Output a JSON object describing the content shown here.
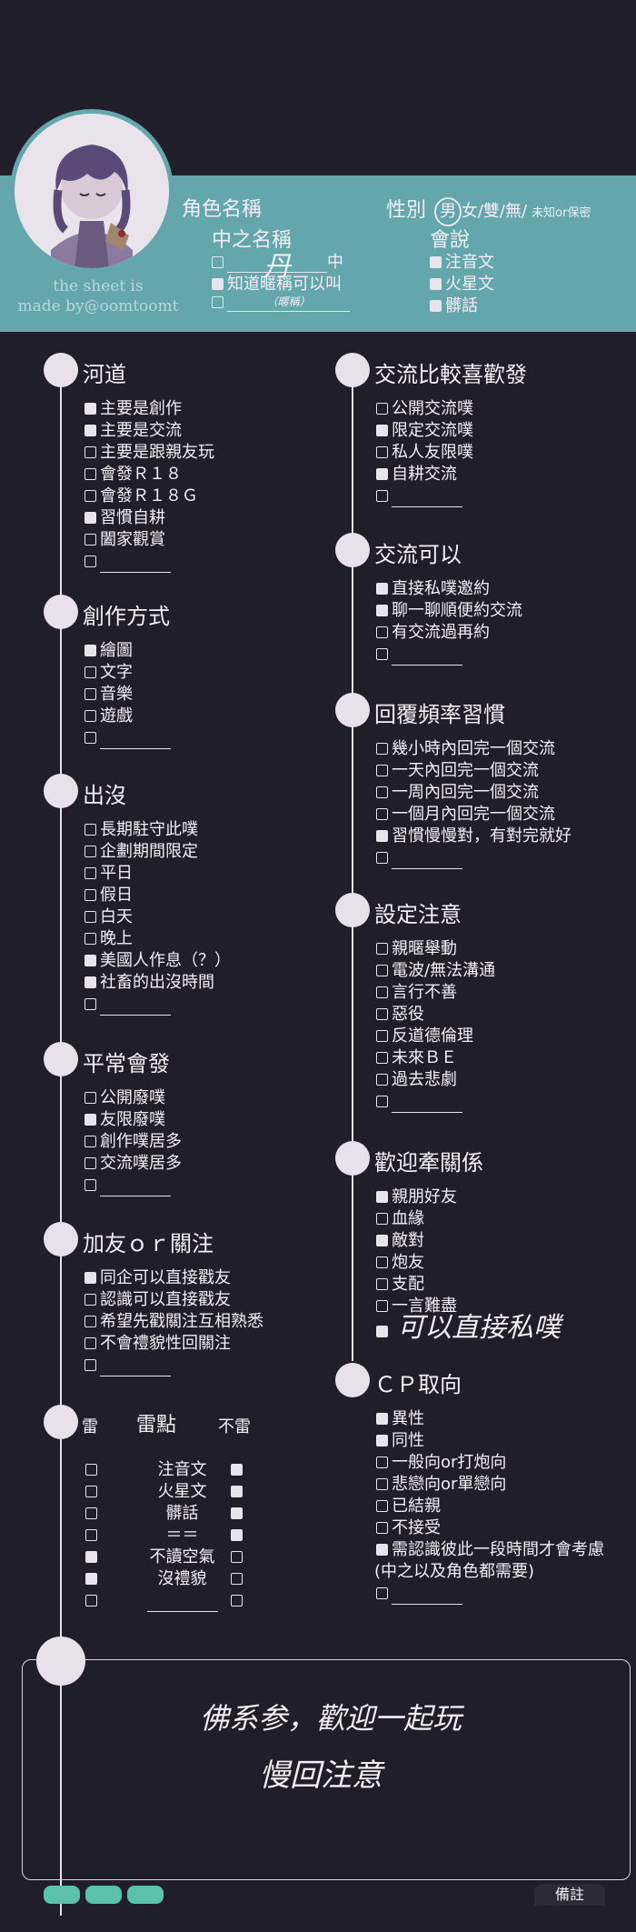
{
  "header": {
    "credit_line1": "the sheet is",
    "credit_line2": "made by@oomtoomt",
    "role_name_label": "角色名稱",
    "gender_label": "性別",
    "gender_options": [
      "男",
      "女/雙/無/",
      "未知or保密"
    ],
    "middle_name_label": "中之名稱",
    "middle_name_rows": [
      {
        "checked": false,
        "handwritten": "丹",
        "suffix": "中"
      },
      {
        "checked": true,
        "text": "知道暱稱可以叫"
      },
      {
        "checked": false,
        "hint": "（暱稱）"
      }
    ],
    "can_speak_label": "會說",
    "can_speak_items": [
      {
        "checked": true,
        "text": "注音文"
      },
      {
        "checked": true,
        "text": "火星文"
      },
      {
        "checked": true,
        "text": "髒話"
      }
    ]
  },
  "left_sections": [
    {
      "title": "河道",
      "items": [
        {
          "checked": true,
          "text": "主要是創作"
        },
        {
          "checked": true,
          "text": "主要是交流"
        },
        {
          "checked": false,
          "text": "主要是跟親友玩"
        },
        {
          "checked": false,
          "text": "會發Ｒ１８"
        },
        {
          "checked": false,
          "text": "會發Ｒ１８Ｇ"
        },
        {
          "checked": true,
          "text": "習慣自耕"
        },
        {
          "checked": false,
          "text": "闔家觀賞"
        },
        {
          "checked": false,
          "text": ""
        }
      ]
    },
    {
      "title": "創作方式",
      "items": [
        {
          "checked": true,
          "text": "繪圖"
        },
        {
          "checked": false,
          "text": "文字"
        },
        {
          "checked": false,
          "text": "音樂"
        },
        {
          "checked": false,
          "text": "遊戲"
        },
        {
          "checked": false,
          "text": ""
        }
      ]
    },
    {
      "title": "出沒",
      "items": [
        {
          "checked": false,
          "text": "長期駐守此噗"
        },
        {
          "checked": false,
          "text": "企劃期間限定"
        },
        {
          "checked": false,
          "text": "平日"
        },
        {
          "checked": false,
          "text": "假日"
        },
        {
          "checked": false,
          "text": "白天"
        },
        {
          "checked": false,
          "text": "晚上"
        },
        {
          "checked": true,
          "text": "美國人作息（？）"
        },
        {
          "checked": true,
          "text": "社畜的出沒時間"
        },
        {
          "checked": false,
          "text": ""
        }
      ]
    },
    {
      "title": "平常會發",
      "items": [
        {
          "checked": false,
          "text": "公開廢噗"
        },
        {
          "checked": true,
          "text": "友限廢噗"
        },
        {
          "checked": false,
          "text": "創作噗居多"
        },
        {
          "checked": false,
          "text": "交流噗居多"
        },
        {
          "checked": false,
          "text": ""
        }
      ]
    },
    {
      "title": "加友ｏｒ關注",
      "items": [
        {
          "checked": true,
          "text": "同企可以直接戳友"
        },
        {
          "checked": false,
          "text": "認識可以直接戳友"
        },
        {
          "checked": false,
          "text": "希望先戳關注互相熟悉"
        },
        {
          "checked": false,
          "text": "不會禮貌性回關注"
        },
        {
          "checked": false,
          "text": ""
        }
      ]
    }
  ],
  "mines": {
    "col_left": "雷",
    "col_mid": "雷點",
    "col_right": "不雷",
    "rows": [
      {
        "text": "注音文",
        "mine": false,
        "ok": true
      },
      {
        "text": "火星文",
        "mine": false,
        "ok": true
      },
      {
        "text": "髒話",
        "mine": false,
        "ok": true
      },
      {
        "text": "＝＝",
        "mine": false,
        "ok": true
      },
      {
        "text": "不讀空氣",
        "mine": true,
        "ok": false
      },
      {
        "text": "沒禮貌",
        "mine": true,
        "ok": false
      },
      {
        "text": "",
        "mine": false,
        "ok": false
      }
    ]
  },
  "right_sections": [
    {
      "title": "交流比較喜歡發",
      "items": [
        {
          "checked": false,
          "text": "公開交流噗"
        },
        {
          "checked": true,
          "text": "限定交流噗"
        },
        {
          "checked": false,
          "text": "私人友限噗"
        },
        {
          "checked": true,
          "text": "自耕交流"
        },
        {
          "checked": false,
          "text": ""
        }
      ]
    },
    {
      "title": "交流可以",
      "items": [
        {
          "checked": true,
          "text": "直接私噗邀約"
        },
        {
          "checked": true,
          "text": "聊一聊順便約交流"
        },
        {
          "checked": false,
          "text": "有交流過再約"
        },
        {
          "checked": false,
          "text": ""
        }
      ]
    },
    {
      "title": "回覆頻率習慣",
      "items": [
        {
          "checked": false,
          "text": "幾小時內回完一個交流"
        },
        {
          "checked": false,
          "text": "一天內回完一個交流"
        },
        {
          "checked": false,
          "text": "一周內回完一個交流"
        },
        {
          "checked": false,
          "text": "一個月內回完一個交流"
        },
        {
          "checked": true,
          "text": "習慣慢慢對，有對完就好"
        },
        {
          "checked": false,
          "text": ""
        }
      ]
    },
    {
      "title": "設定注意",
      "items": [
        {
          "checked": false,
          "text": "親暱舉動"
        },
        {
          "checked": false,
          "text": "電波/無法溝通"
        },
        {
          "checked": false,
          "text": "言行不善"
        },
        {
          "checked": false,
          "text": "惡役"
        },
        {
          "checked": false,
          "text": "反道德倫理"
        },
        {
          "checked": false,
          "text": "未來ＢＥ"
        },
        {
          "checked": false,
          "text": "過去悲劇"
        },
        {
          "checked": false,
          "text": ""
        }
      ]
    },
    {
      "title": "歡迎牽關係",
      "items": [
        {
          "checked": true,
          "text": "親朋好友"
        },
        {
          "checked": false,
          "text": "血緣"
        },
        {
          "checked": true,
          "text": "敵對"
        },
        {
          "checked": false,
          "text": "炮友"
        },
        {
          "checked": false,
          "text": "支配"
        },
        {
          "checked": false,
          "text": "一言難盡"
        },
        {
          "checked": true,
          "text": "",
          "handwritten": "可以直接私噗"
        }
      ]
    },
    {
      "title": "ＣＰ取向",
      "items": [
        {
          "checked": true,
          "text": "異性"
        },
        {
          "checked": true,
          "text": "同性"
        },
        {
          "checked": false,
          "text": "一般向or打炮向"
        },
        {
          "checked": false,
          "text": "悲戀向or單戀向"
        },
        {
          "checked": false,
          "text": "已結親"
        },
        {
          "checked": false,
          "text": "不接受"
        },
        {
          "checked": true,
          "text": "需認識彼此一段時間才會考慮"
        },
        {
          "checked": null,
          "text": "(中之以及角色都需要)"
        },
        {
          "checked": false,
          "text": ""
        }
      ]
    }
  ],
  "memo": {
    "line1": "佛系参，歡迎一起玩",
    "line2": "慢回注意",
    "tab_label": "備註"
  }
}
